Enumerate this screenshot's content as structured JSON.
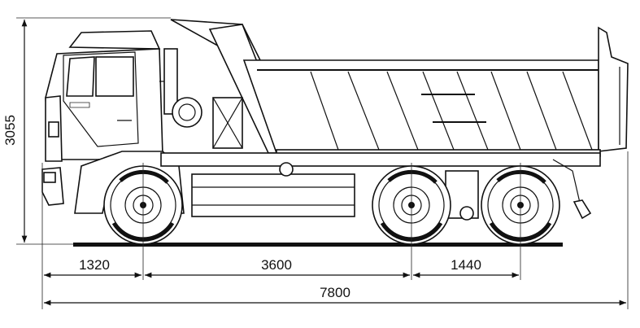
{
  "dimensions": {
    "height": "3055",
    "front_overhang": "1320",
    "wheelbase": "3600",
    "bogie": "1440",
    "total_length": "7800"
  }
}
